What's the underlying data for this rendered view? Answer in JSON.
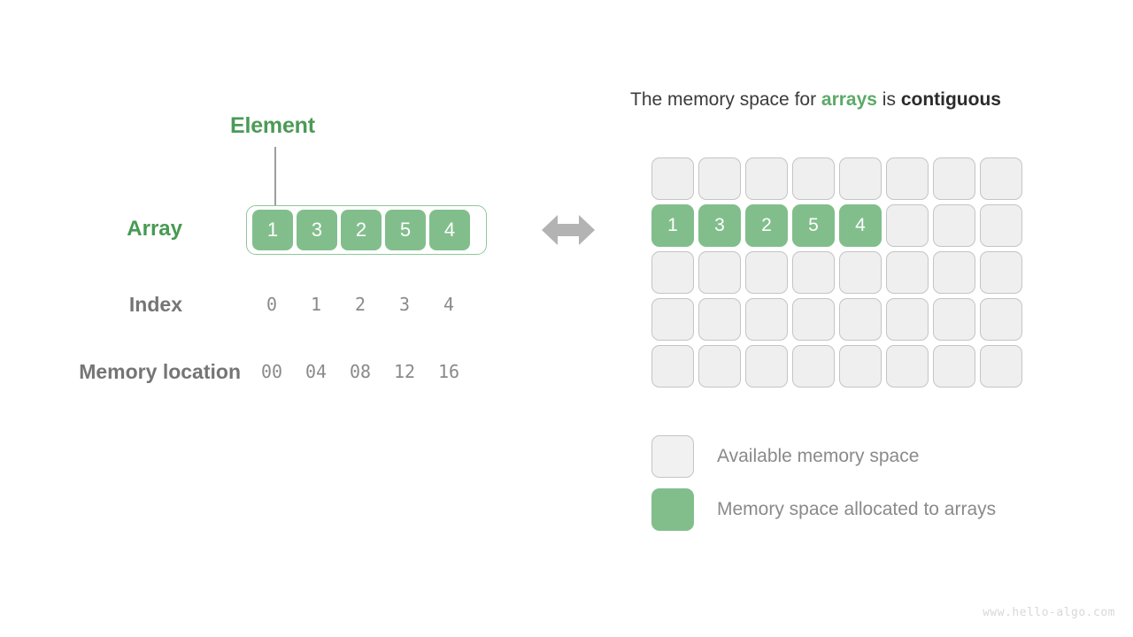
{
  "diagram": {
    "background_color": "#ffffff",
    "accent_green": "#82BE8C",
    "label_green": "#4C9A56",
    "label_gray": "#757575",
    "cell_gray": "#efefef",
    "border_gray": "#c4c4c4"
  },
  "left": {
    "element_callout": "Element",
    "array_label": "Array",
    "index_label": "Index",
    "memory_location_label": "Memory location",
    "array_values": [
      "1",
      "3",
      "2",
      "5",
      "4"
    ],
    "index_values": [
      "0",
      "1",
      "2",
      "3",
      "4"
    ],
    "memory_locations": [
      "00",
      "04",
      "08",
      "12",
      "16"
    ]
  },
  "arrow": {
    "icon": "double-headed-arrow",
    "color": "#b3b3b3"
  },
  "right": {
    "title": {
      "part1": "The memory space for ",
      "highlight_green": "arrays",
      "part2": " is ",
      "highlight_dark": "contiguous"
    },
    "grid": {
      "columns": 8,
      "rows": 5,
      "cells": [
        [
          "",
          "",
          "",
          "",
          "",
          "",
          "",
          ""
        ],
        [
          "1",
          "3",
          "2",
          "5",
          "4",
          "",
          "",
          ""
        ],
        [
          "",
          "",
          "",
          "",
          "",
          "",
          "",
          ""
        ],
        [
          "",
          "",
          "",
          "",
          "",
          "",
          "",
          ""
        ],
        [
          "",
          "",
          "",
          "",
          "",
          "",
          "",
          ""
        ]
      ]
    },
    "legend": [
      {
        "swatch": "available",
        "label": "Available memory space"
      },
      {
        "swatch": "allocated",
        "label": "Memory space allocated to arrays"
      }
    ]
  },
  "watermark": "www.hello-algo.com"
}
